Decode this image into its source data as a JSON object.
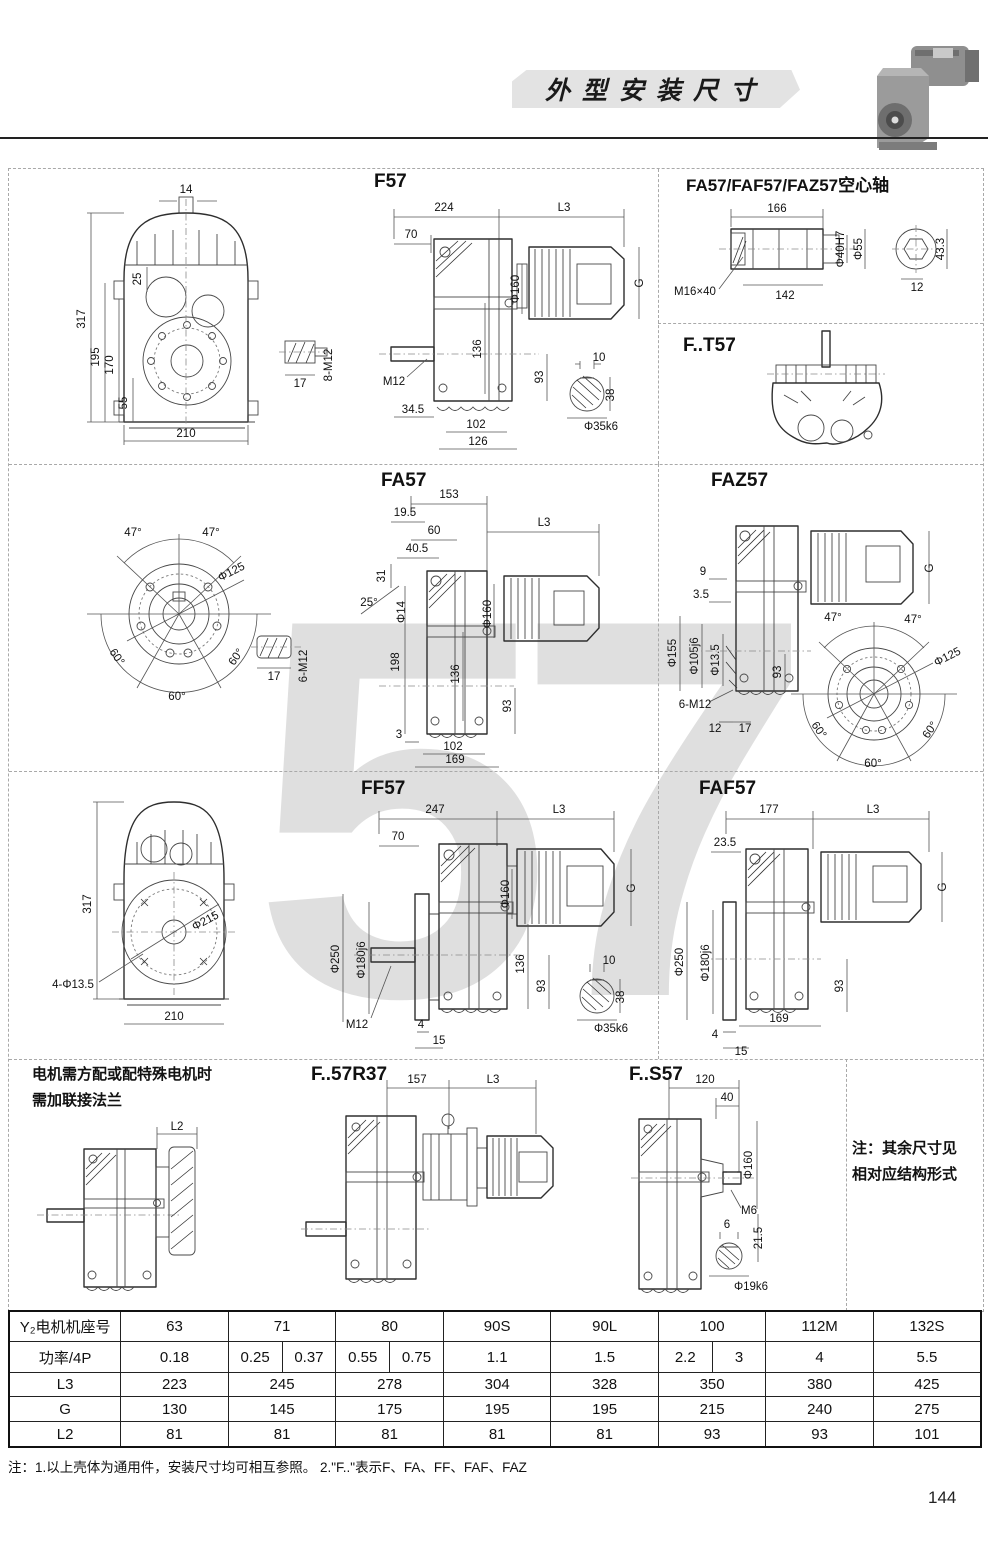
{
  "header": {
    "title": "外型安装尺寸",
    "page_number": "144"
  },
  "watermark": "57",
  "panels": {
    "front_view": {
      "dims": {
        "d14": "14",
        "d25": "25",
        "d317": "317",
        "d195": "195",
        "d170": "170",
        "d55": "55",
        "d210": "210",
        "d17": "17",
        "m12": "8-M12"
      }
    },
    "f57": {
      "title": "F57",
      "dims": {
        "d224": "224",
        "l3": "L3",
        "d70": "70",
        "d160": "Φ160",
        "g": "G",
        "d136": "136",
        "d93": "93",
        "m12": "M12",
        "d345": "34.5",
        "d102": "102",
        "d126": "126"
      },
      "shaft": {
        "d10": "10",
        "d38": "38",
        "d35k6": "Φ35k6"
      }
    },
    "hollow_shaft": {
      "title": "FA57/FAF57/FAZ57空心轴",
      "dims": {
        "d166": "166",
        "m16": "M16×40",
        "d142": "142",
        "d40h7": "Φ40H7",
        "d55": "Φ55",
        "d433": "43.3",
        "d12": "12"
      }
    },
    "ft57": {
      "title": "F..T57"
    },
    "fa57_flange": {
      "dims": {
        "a47l": "47°",
        "a47r": "47°",
        "d125": "Φ125",
        "a60l": "60°",
        "a60r": "60°",
        "a60b": "60°",
        "d17": "17",
        "m12": "6-M12"
      }
    },
    "fa57": {
      "title": "FA57",
      "dims": {
        "d153": "153",
        "d195": "19.5",
        "d60": "60",
        "d405": "40.5",
        "d31": "31",
        "a25": "25°",
        "d14": "Φ14",
        "d198": "198",
        "l3": "L3",
        "d160": "Φ160",
        "d136": "136",
        "d93": "93",
        "d3": "3",
        "d102": "102",
        "d169": "169"
      }
    },
    "faz57": {
      "title": "FAZ57",
      "dims": {
        "d9": "9",
        "d35": "3.5",
        "d155": "Φ155",
        "d105": "Φ105j6",
        "d135": "Φ13.5",
        "m12": "6-M12",
        "d12": "12",
        "d17": "17",
        "d93": "93",
        "g": "G"
      },
      "flange": {
        "a47l": "47°",
        "a47r": "47°",
        "d125": "Φ125",
        "a60l": "60°",
        "a60r": "60°",
        "a60b": "60°"
      }
    },
    "ff57_front": {
      "dims": {
        "d317": "317",
        "d215": "Φ215",
        "d4135": "4-Φ13.5",
        "d210": "210"
      }
    },
    "ff57": {
      "title": "FF57",
      "dims": {
        "d247": "247",
        "l3": "L3",
        "d70": "70",
        "d160": "Φ160",
        "g": "G",
        "d250": "Φ250",
        "d180": "Φ180j6",
        "m12": "M12",
        "d4": "4",
        "d15": "15",
        "d136": "136",
        "d93": "93"
      },
      "shaft": {
        "d10": "10",
        "d38": "38",
        "d35k6": "Φ35k6"
      }
    },
    "faf57": {
      "title": "FAF57",
      "dims": {
        "d177": "177",
        "l3": "L3",
        "d235": "23.5",
        "d250": "Φ250",
        "d180": "Φ180j6",
        "g": "G",
        "d93": "93",
        "d169": "169",
        "d4": "4",
        "d15": "15"
      }
    },
    "flange_note": {
      "line1": "电机需方配或配特殊电机时",
      "line2": "需加联接法兰",
      "dims": {
        "l2": "L2"
      }
    },
    "f57r37": {
      "title": "F..57R37",
      "dims": {
        "d157": "157",
        "l3": "L3"
      }
    },
    "fs57": {
      "title": "F..S57",
      "dims": {
        "d120": "120",
        "d40": "40",
        "d160": "Φ160",
        "m6": "M6",
        "d6": "6",
        "d215": "21.5",
        "d19k6": "Φ19k6"
      }
    },
    "side_note": {
      "line1": "注：其余尺寸见",
      "line2": "相对应结构形式"
    }
  },
  "table": {
    "row_labels": [
      "Y₂电机机座号",
      "功率/4P",
      "L3",
      "G",
      "L2"
    ],
    "frames": [
      "63",
      "71",
      "80",
      "90S",
      "90L",
      "100",
      "112M",
      "132S"
    ],
    "power": [
      [
        "0.18"
      ],
      [
        "0.25",
        "0.37"
      ],
      [
        "0.55",
        "0.75"
      ],
      [
        "1.1"
      ],
      [
        "1.5"
      ],
      [
        "2.2",
        "3"
      ],
      [
        "4"
      ],
      [
        "5.5"
      ]
    ],
    "l3": [
      "223",
      "245",
      "278",
      "304",
      "328",
      "350",
      "380",
      "425"
    ],
    "g": [
      "130",
      "145",
      "175",
      "195",
      "195",
      "215",
      "240",
      "275"
    ],
    "l2": [
      "81",
      "81",
      "81",
      "81",
      "81",
      "93",
      "93",
      "101"
    ]
  },
  "footnote": "注：1.以上壳体为通用件，安装尺寸均可相互参照。    2.\"F..\"表示F、FA、FF、FAF、FAZ"
}
